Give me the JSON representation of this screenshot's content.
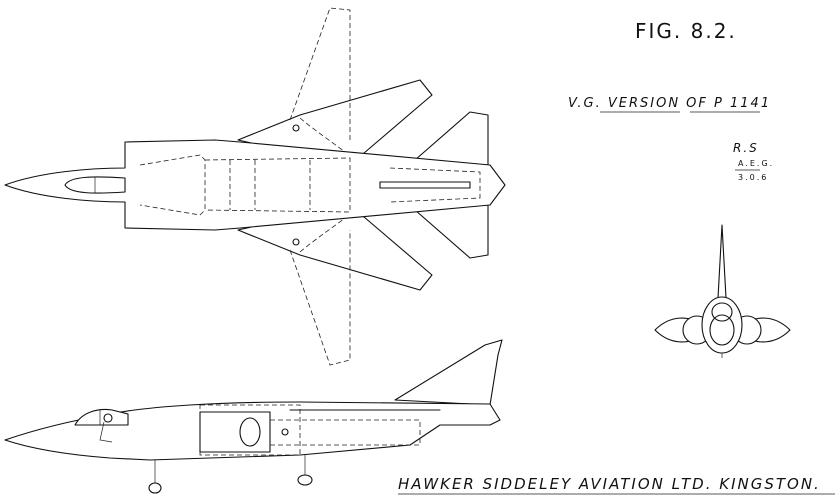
{
  "figure_label": "FIG. 8.2.",
  "drawing_title": "V.G. VERSION OF P 1141",
  "initials": "R.S",
  "sub_initials": "A.E.G.",
  "date_code": "3.0.6",
  "company_name": "HAWKER SIDDELEY AVIATION LTD. KINGSTON."
}
